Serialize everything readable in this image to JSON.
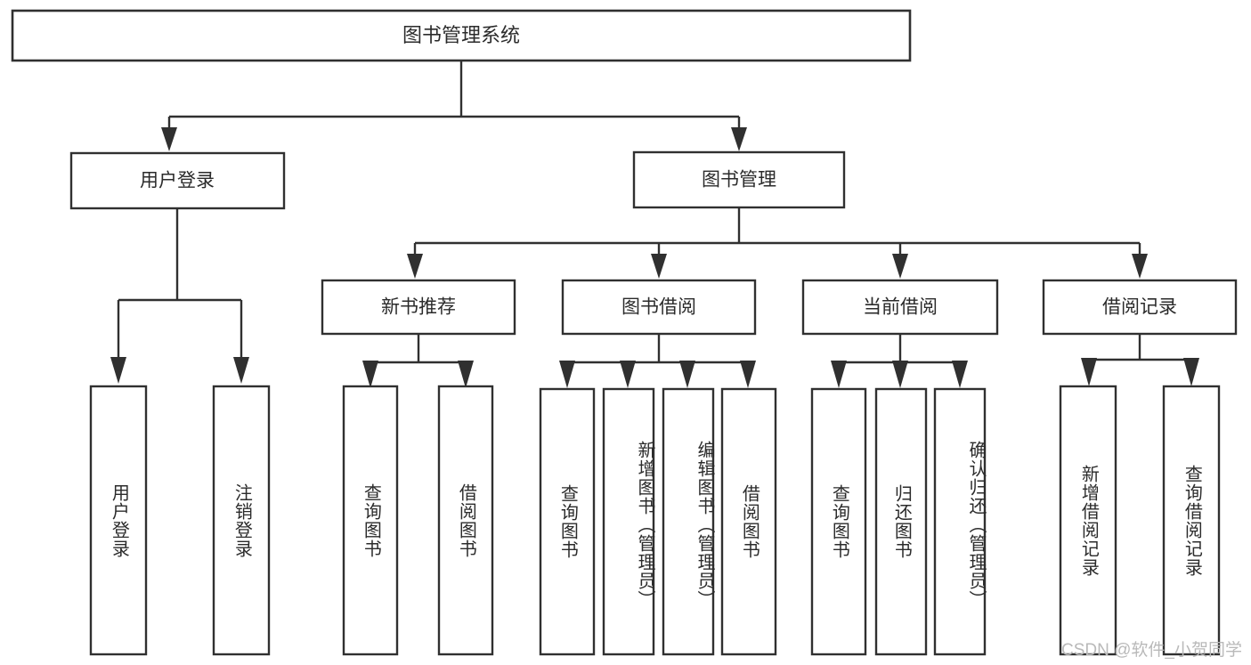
{
  "diagram": {
    "type": "tree",
    "title": "图书管理系统",
    "watermark": "CSDN @软件_小贺同学",
    "colors": {
      "stroke": "#303030",
      "fill": "#ffffff",
      "text": "#2b2b2b",
      "watermark": "#b9b9b9"
    },
    "root": {
      "label": "图书管理系统",
      "level": 1
    },
    "level2": [
      {
        "label": "用户登录"
      },
      {
        "label": "图书管理"
      }
    ],
    "level3": [
      {
        "label": "新书推荐"
      },
      {
        "label": "图书借阅"
      },
      {
        "label": "当前借阅"
      },
      {
        "label": "借阅记录"
      }
    ],
    "leaves": {
      "user_login": [
        {
          "label": "用户登录"
        },
        {
          "label": "注销登录"
        }
      ],
      "new_book_recommend": [
        {
          "label": "查询图书"
        },
        {
          "label": "借阅图书"
        }
      ],
      "book_borrow": [
        {
          "label": "查询图书"
        },
        {
          "label": "新增图书（管理员）"
        },
        {
          "label": "编辑图书（管理员）"
        },
        {
          "label": "借阅图书"
        }
      ],
      "current_borrow": [
        {
          "label": "查询图书"
        },
        {
          "label": "归还图书"
        },
        {
          "label": "确认归还（管理员）"
        }
      ],
      "borrow_record": [
        {
          "label": "新增借阅记录"
        },
        {
          "label": "查询借阅记录"
        }
      ]
    }
  }
}
